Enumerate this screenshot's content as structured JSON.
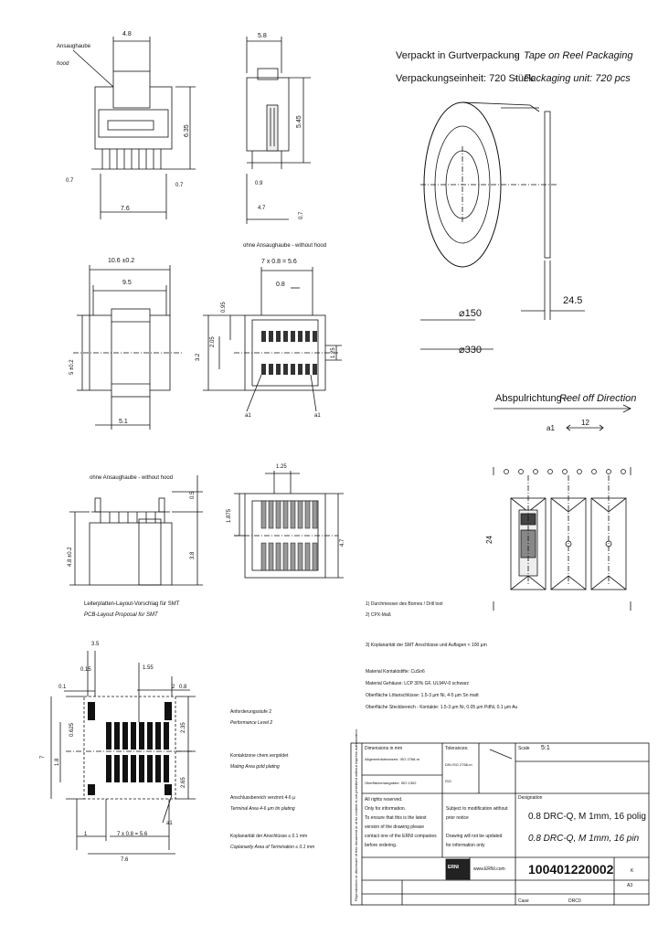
{
  "packaging": {
    "de1": "Verpackt in Gurtverpackung",
    "dash1": "-",
    "en1": "Tape on Reel Packaging",
    "de2": "Verpackungseinheit: 720 Stück",
    "dash2": "-",
    "en2": "Packaging unit: 720 pcs",
    "d150": "⌀150",
    "d330": "⌀330",
    "w245": "24.5"
  },
  "reel_off": {
    "label_de": "Abspulrichtung -",
    "label_en": "Reel off Direction",
    "pitch": "12",
    "width": "24",
    "a1": "a1"
  },
  "top_front": {
    "hood_de": "Ansaughaube",
    "hood_en": "hood",
    "d48": "4.8",
    "d635": "6.35",
    "d07": "0.7",
    "d07b": "0.7",
    "d76": "7.6"
  },
  "top_side": {
    "d58": "5.8",
    "d545": "5.45",
    "d09": "0.9",
    "d47": "4.7",
    "d07": "0.7"
  },
  "without_hood_1": "ohne Ansaughaube - without hood",
  "mid_left": {
    "d106": "10.6 ±0.2",
    "d95": "9.5",
    "d51": "5.1",
    "d5": "5 ±0.2"
  },
  "mid_right": {
    "d7x08": "7 x 0.8 = 5.6",
    "d08": "0.8",
    "d095": "0.95",
    "d205": "2.05",
    "d32": "3.2",
    "d125": "1.25",
    "a1": "a1",
    "a1b": "a1"
  },
  "without_hood_2": "ohne Ansaughaube - without hood",
  "low_left": {
    "d48": "4.8 ±0.2",
    "d38": "3.8",
    "d05": "0.5"
  },
  "low_right": {
    "d125": "1.25",
    "d1875": "1.875",
    "d47": "4.7"
  },
  "pcb": {
    "de": "Leiterplatten-Layout-Vorschlag für SMT",
    "en": "PCB-Layout Proposal for SMT",
    "d35": "3.5",
    "d015": "0.15",
    "d155": "1.55",
    "d01": "0.1",
    "d2": "2",
    "d08": "0.8",
    "d0625": "0.625",
    "d18": "1.8",
    "d235": "2.35",
    "d265": "2.65",
    "d7": "7",
    "d1": "1",
    "d7x08": "7 x 0.8 = 5.6",
    "d76": "7.6",
    "a1": "a1"
  },
  "notes": {
    "n1": "1) Durchmesser des Bornes / Drill tool",
    "n2": "2) CPX-Maß",
    "n3": "3) Koplanarität der SMT Anschlüsse und Auflagen < 100 µm",
    "m1": "Material Kontaktstifte: CuSn6",
    "m2": "Material Gehäuse: LCP 30% GF, UL94V-0 schwarz",
    "m3": "Oberfläche Lötanschlüsse: 1.5-3 µm Ni, 4-5 µm Sn matt",
    "m4": "Oberfläche Steckbereich - Kontakte: 1.5-3 µm Ni, 0.05 µm PdNi, 0.1 µm Au"
  },
  "req": {
    "r1de": "Anforderungsstufe 2",
    "r1en": "Performance Level 2",
    "r2de": "Kontaktzone chem.vergoldet",
    "r2en": "Mating Area gold plating",
    "r3de": "Anschlussbereich verzinnt 4-6 µ",
    "r3en": "Terminal Area 4-6 µm tin plating",
    "r4de": "Koplanarität der Anschlüsse ≤ 0.1 mm",
    "r4en": "Coplanarity Area of Termination ≤ 0.1 mm"
  },
  "titleblock": {
    "dim": "Dimensions in mm",
    "gen": "Allgemeintoleranzen: ISO 2768-m",
    "tol": "Tolerances:",
    "tol2": "DIN ISO 2768-m",
    "surf": "Oberflächenangaben: ISO 1302",
    "iso": "ISO",
    "sheet": "Scale",
    "scale": "5:1",
    "copy1": "All rights reserved.",
    "copy2": "Only for information.",
    "copy3": "To ensure that this is the latest",
    "copy4": "version of the drawing please",
    "copy5": "contact one of the ERNI companies",
    "copy6": "before ordering.",
    "subj1": "Subject to modification without",
    "subj2": "prior notice",
    "subj3": "Drawing will not be updated",
    "subj4": "for information only",
    "desig": "Designation",
    "title1": "0.8 DRC-Q, M 1mm, 16 polig",
    "title2": "0.8 DRC-Q, M 1mm, 16 pin",
    "partno": "100401220002",
    "web": "www.ERNI.com",
    "logo": "ERNI",
    "rev": "K",
    "size": "A3",
    "case": "Case",
    "case_val": "DRC0",
    "vert": "Reproduction or disclosure of this document or of its content is not permitted without express authorization."
  }
}
